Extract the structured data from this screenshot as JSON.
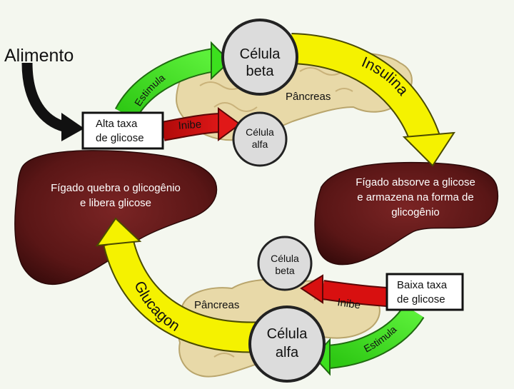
{
  "food_label": "Alimento",
  "high_glucose": {
    "line1": "Alta taxa",
    "line2": "de glicose"
  },
  "low_glucose": {
    "line1": "Baixa taxa",
    "line2": "de glicose"
  },
  "top": {
    "beta_cell": {
      "line1": "Célula",
      "line2": "beta"
    },
    "alpha_cell": {
      "line1": "Célula",
      "line2": "alfa"
    },
    "pancreas_label": "Pâncreas",
    "stimulates_label": "Estimula",
    "inhibits_label": "Inibe",
    "hormone_label": "Insulina"
  },
  "bottom": {
    "beta_cell": {
      "line1": "Célula",
      "line2": "beta"
    },
    "alpha_cell": {
      "line1": "Célula",
      "line2": "alfa"
    },
    "pancreas_label": "Pâncreas",
    "stimulates_label": "Estimula",
    "inhibits_label": "Inibe",
    "hormone_label": "Glucagon"
  },
  "liver_left": {
    "line1": "Fígado quebra o glicogênio",
    "line2": "e libera glicose"
  },
  "liver_right": {
    "line1": "Fígado absorve a glicose",
    "line2": "e armazena na forma de",
    "line3": "glicogênio"
  },
  "colors": {
    "background": "#f4f7ef",
    "pancreas": "#e8d9a8",
    "liver": "#5a1616",
    "insulin_arrow": "#f5f200",
    "glucagon_arrow": "#f5f200",
    "stimulate_arrow": "#3ce01e",
    "inhibit_arrow": "#d81010"
  }
}
